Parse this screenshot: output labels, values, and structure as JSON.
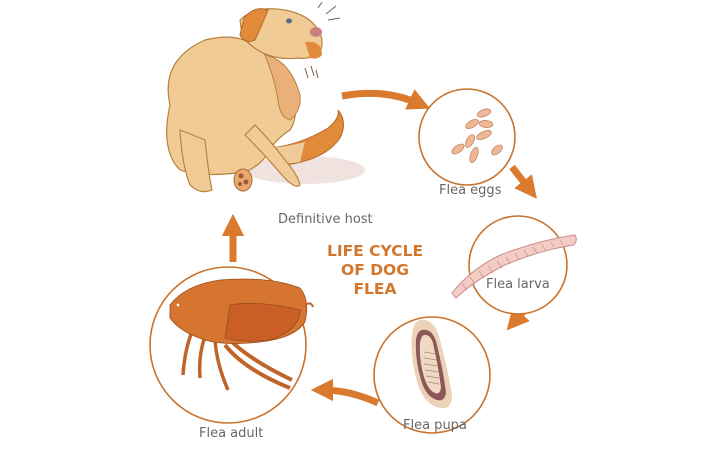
{
  "diagram": {
    "title_lines": [
      "LIFE CYCLE",
      "OF DOG",
      "FLEA"
    ],
    "accent_color": "#d97a2f",
    "circle_stroke_color": "#c8732d",
    "label_color": "#6b6666",
    "stages": [
      {
        "id": "host",
        "label": "Definitive host",
        "icon": "dog-scratching-icon"
      },
      {
        "id": "eggs",
        "label": "Flea eggs",
        "icon": "flea-eggs-icon"
      },
      {
        "id": "larva",
        "label": "Flea larva",
        "icon": "flea-larva-icon"
      },
      {
        "id": "pupa",
        "label": "Flea pupa",
        "icon": "flea-pupa-icon"
      },
      {
        "id": "adult",
        "label": "Flea adult",
        "icon": "flea-adult-icon"
      }
    ],
    "flow": [
      "host",
      "eggs",
      "larva",
      "pupa",
      "adult",
      "host"
    ]
  }
}
